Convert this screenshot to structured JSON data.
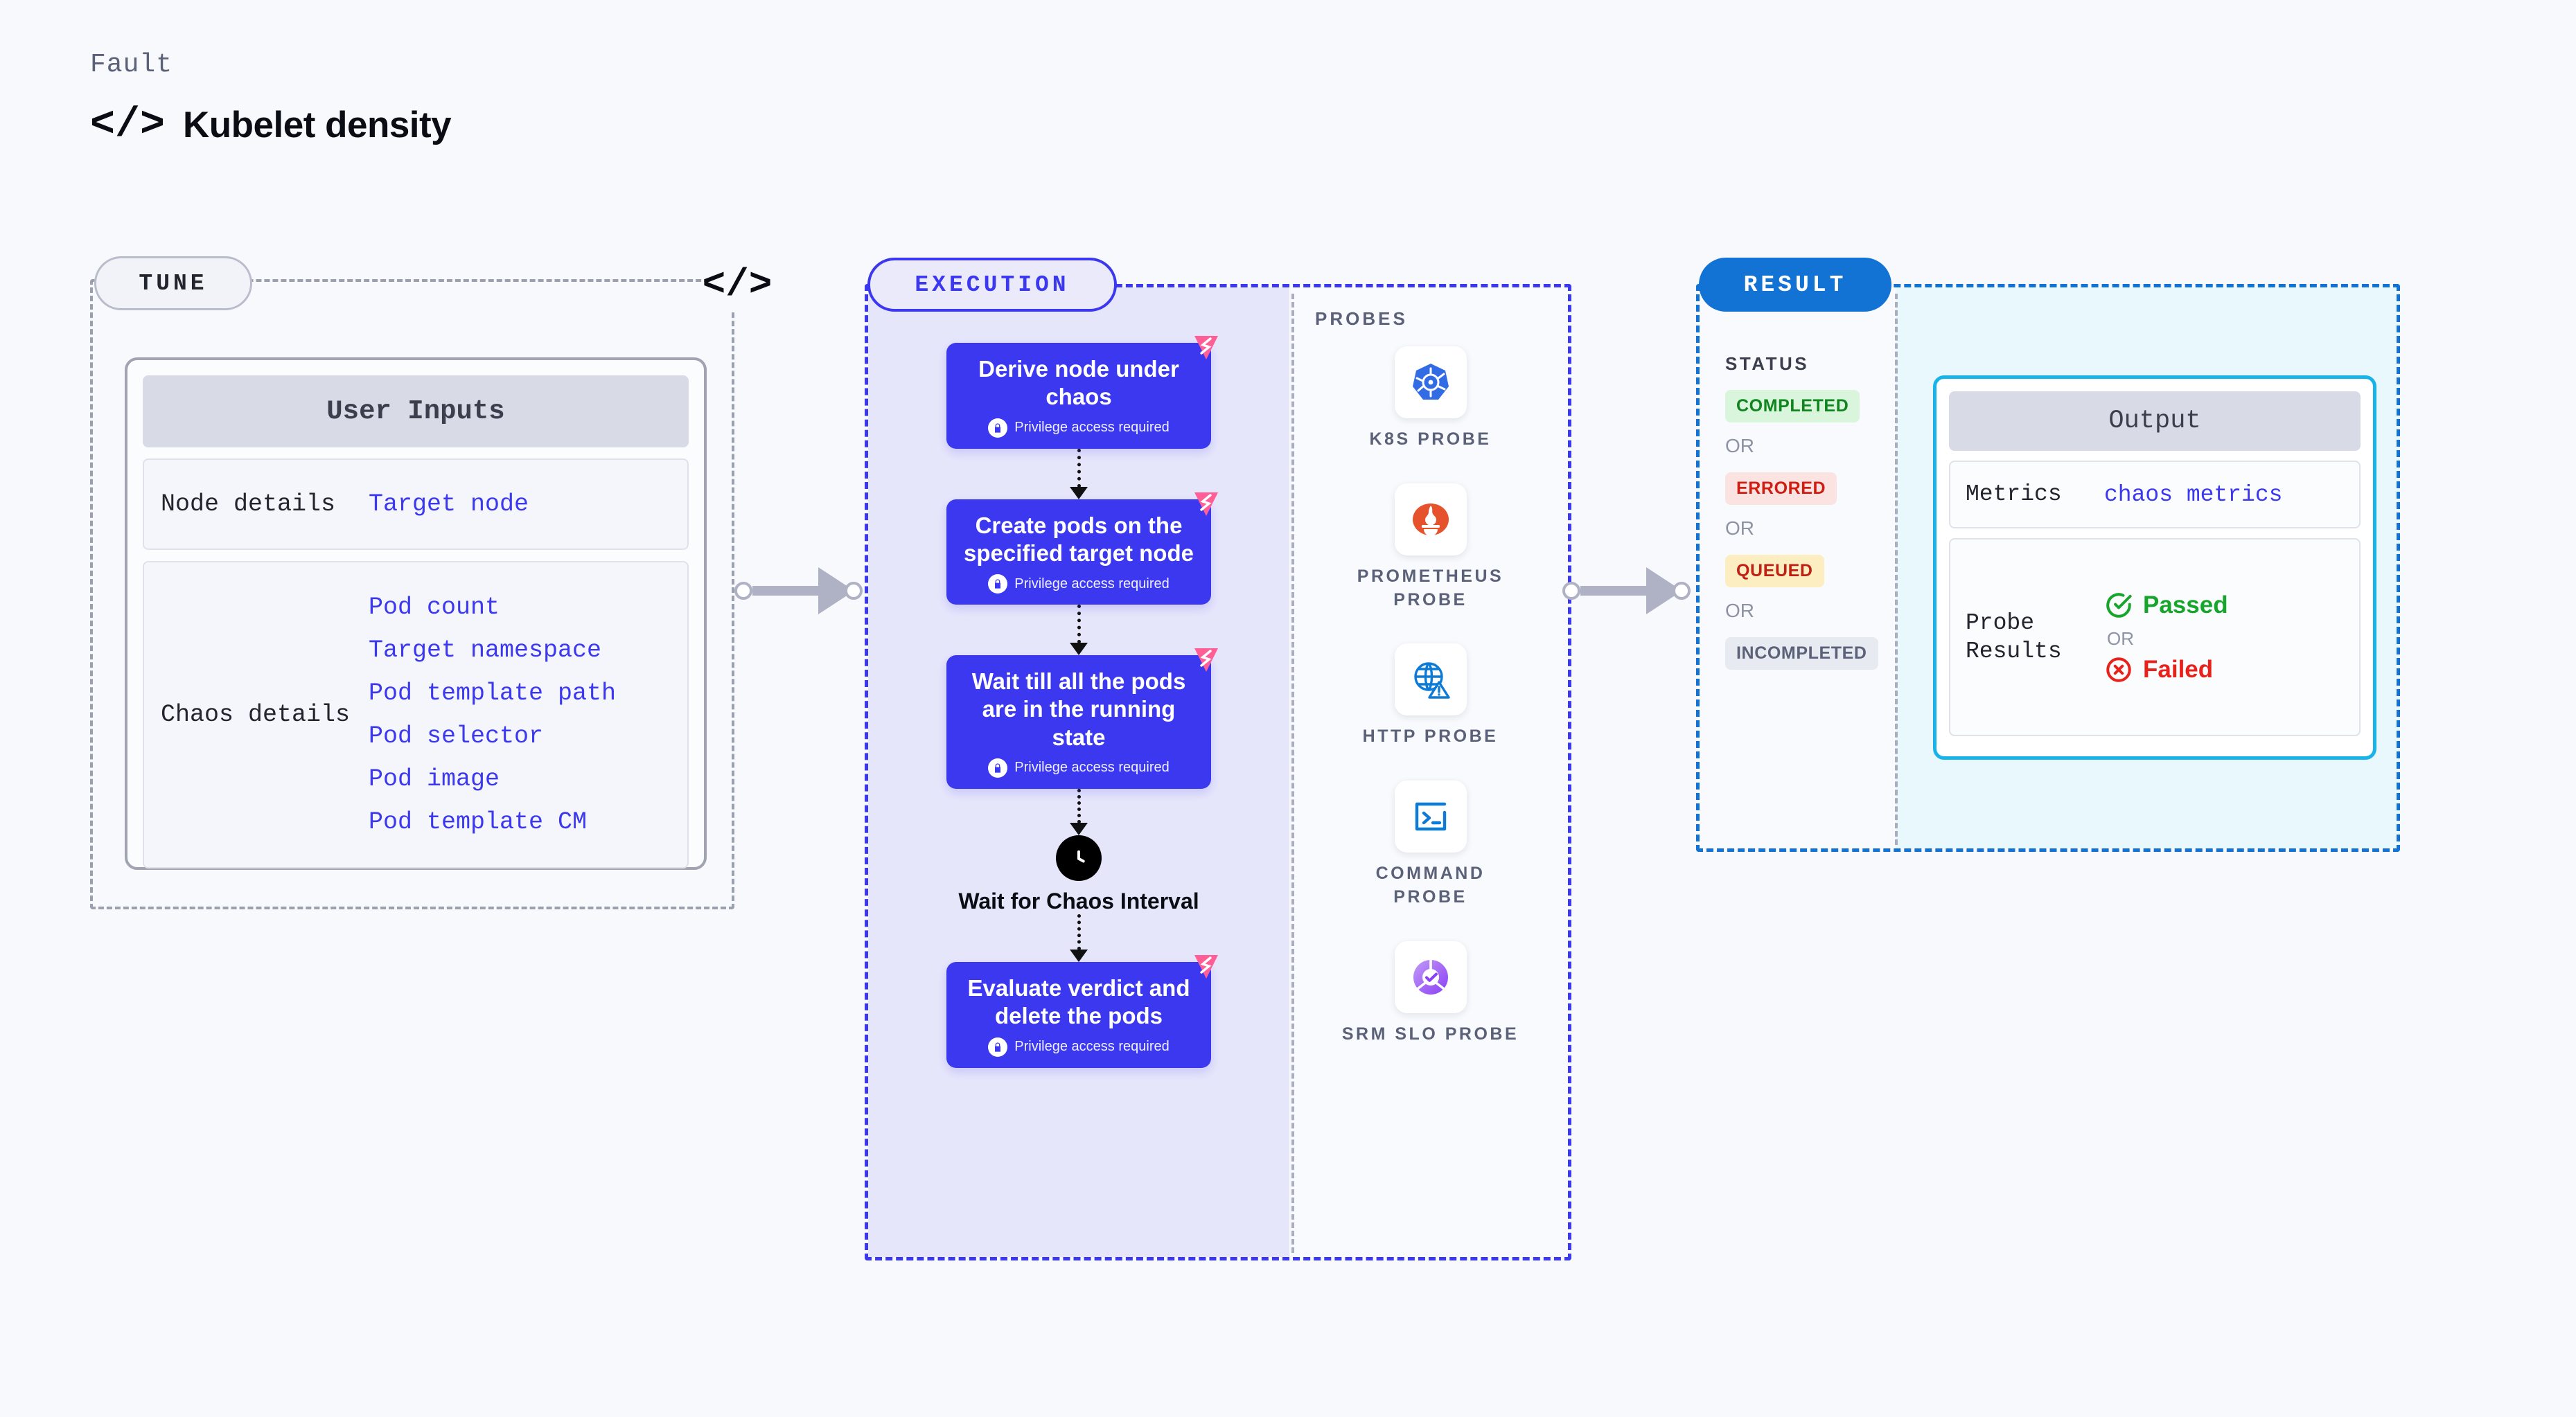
{
  "header": {
    "kicker": "Fault",
    "title": "Kubelet density",
    "code_icon": "</>"
  },
  "tune": {
    "pill_label": "TUNE",
    "code_mark": "</>",
    "card": {
      "title": "User Inputs",
      "sections": [
        {
          "label": "Node details",
          "values": [
            "Target node"
          ]
        },
        {
          "label": "Chaos details",
          "values": [
            "Pod count",
            "Target namespace",
            "Pod template path",
            "Pod selector",
            "Pod image",
            "Pod template CM"
          ]
        }
      ]
    }
  },
  "execution": {
    "pill_label": "EXECUTION",
    "privilege_note": "Privilege access required",
    "nodes": [
      {
        "title": "Derive node under chaos",
        "privilege": "Privilege access required"
      },
      {
        "title": "Create pods on the specified target node",
        "privilege": "Privilege access required"
      },
      {
        "title": "Wait till all the pods are in the running state",
        "privilege": "Privilege access required"
      }
    ],
    "wait_step": {
      "label": "Wait for Chaos Interval"
    },
    "final_node": {
      "title": "Evaluate verdict and delete the pods",
      "privilege": "Privilege access required"
    }
  },
  "probes": {
    "title": "PROBES",
    "items": [
      {
        "name": "K8S PROBE",
        "icon": "kubernetes-icon",
        "color": "#326ce5"
      },
      {
        "name": "PROMETHEUS PROBE",
        "icon": "prometheus-icon",
        "color": "#e6522c"
      },
      {
        "name": "HTTP PROBE",
        "icon": "globe-warning-icon",
        "color": "#0d7ad6"
      },
      {
        "name": "COMMAND PROBE",
        "icon": "terminal-icon",
        "color": "#0d7ad6"
      },
      {
        "name": "SRM SLO PROBE",
        "icon": "slo-gauge-icon",
        "color": "#8b3ef5"
      }
    ]
  },
  "result": {
    "pill_label": "RESULT",
    "status_title": "STATUS",
    "or_label": "OR",
    "statuses": [
      {
        "label": "COMPLETED",
        "bg": "#d9f5dc",
        "fg": "#10851f"
      },
      {
        "label": "ERRORED",
        "bg": "#fbe3e2",
        "fg": "#cf1d12"
      },
      {
        "label": "QUEUED",
        "bg": "#fdeec2",
        "fg": "#c21f14"
      },
      {
        "label": "INCOMPLETED",
        "bg": "#e8eaf1",
        "fg": "#5b6178"
      }
    ],
    "output": {
      "title": "Output",
      "metrics_label": "Metrics",
      "metrics_value": "chaos metrics",
      "probe_label": "Probe Results",
      "passed_label": "Passed",
      "failed_label": "Failed",
      "or_label": "OR"
    }
  },
  "colors": {
    "accent_purple": "#3b38ef",
    "accent_blue": "#1273d4",
    "accent_cyan": "#18b4e9",
    "badge_pink": "#ff5f96",
    "page_bg": "#f7f9fc"
  }
}
